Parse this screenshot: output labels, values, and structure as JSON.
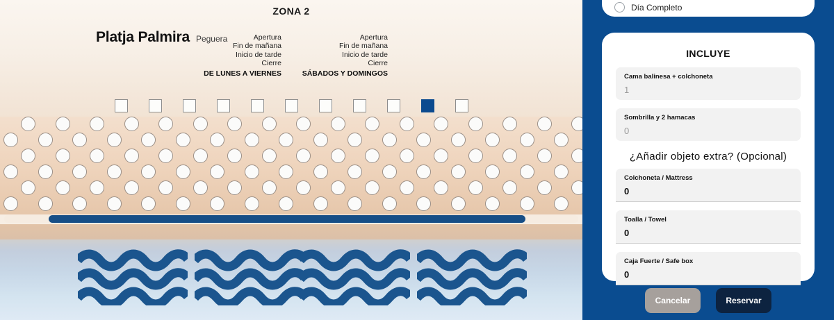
{
  "beach": {
    "zone_title": "ZONA 2",
    "name": "Platja Palmira",
    "locality": "Peguera",
    "schedules": [
      {
        "lines": [
          "Apertura",
          "Fin de mañana",
          "Inicio de tarde",
          "Cierre"
        ],
        "days": "DE LUNES A VIERNES"
      },
      {
        "lines": [
          "Apertura",
          "Fin de mañana",
          "Inicio de tarde",
          "Cierre"
        ],
        "days": "SÁBADOS Y DOMINGOS"
      }
    ],
    "squares": {
      "count": 11,
      "selected_index": 9
    },
    "circle_rows": 6,
    "wave_groups": 4,
    "colors": {
      "selected": "#0b4a8f",
      "walkway": "#174e86",
      "sand": "#eed3bb",
      "sea": "#d4e4f0"
    }
  },
  "panel": {
    "accent": "#0a4c90",
    "duration_option": {
      "label": "Día Completo",
      "selected": false
    },
    "includes": {
      "heading": "INCLUYE",
      "fields": [
        {
          "label": "Cama balinesa + colchoneta",
          "value": "1"
        },
        {
          "label": "Sombrilla y 2 hamacas",
          "value": "0"
        }
      ]
    },
    "extras": {
      "heading": "¿Añadir objeto extra? (Opcional)",
      "fields": [
        {
          "label": "Colchoneta / Mattress",
          "value": "0"
        },
        {
          "label": "Toalla / Towel",
          "value": "0"
        },
        {
          "label": "Caja Fuerte / Safe box",
          "value": "0"
        }
      ]
    },
    "actions": {
      "cancel": "Cancelar",
      "reserve": "Reservar"
    }
  }
}
